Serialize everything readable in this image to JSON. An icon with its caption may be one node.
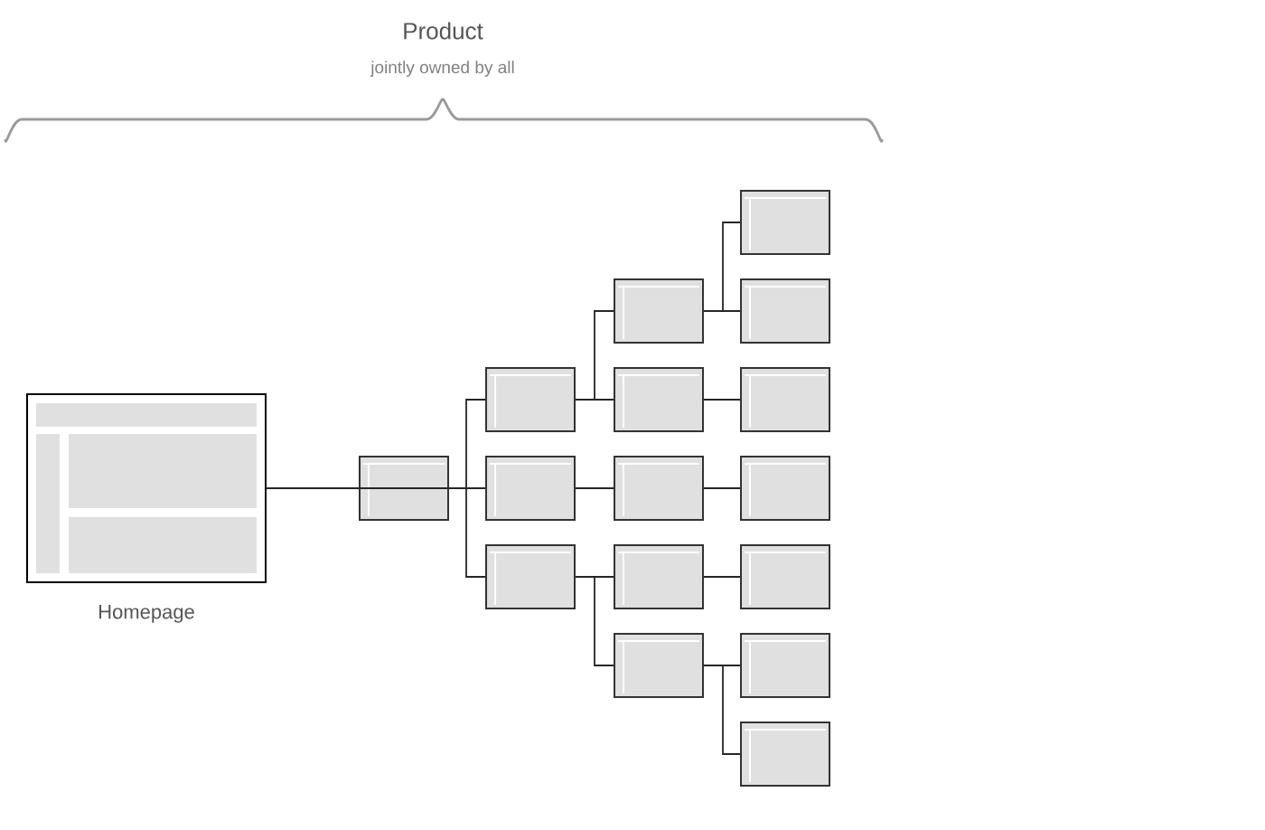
{
  "diagram": {
    "title": "Product",
    "nodes": [
      {
        "text": [
          "Homepage"
        ]
      },
      {
        "text": [],
        "shape": "box"
      },
      {
        "text": [],
        "shape": "box"
      },
      {
        "text": [],
        "shape": "box"
      },
      {
        "text": [],
        "shape": "box"
      },
      {
        "text": [],
        "shape": "box"
      },
      {
        "text": [],
        "shape": "box"
      },
      {
        "text": [],
        "shape": "box"
      },
      {
        "text": [],
        "shape": "box"
      },
      {
        "text": [],
        "shape": "box"
      },
      {
        "text": [],
        "shape": "box"
      },
      {
        "text": [],
        "shape": "box"
      },
      {
        "text": [],
        "shape": "box"
      },
      {
        "text": [],
        "shape": "box"
      },
      {
        "text": [],
        "shape": "box"
      },
      {
        "text": [],
        "shape": "box"
      },
      {
        "text": [],
        "shape": "box"
      }
    ],
    "edges": [
      {
        "from": 0,
        "to": 1,
        "arrow": "none"
      },
      {
        "from": 1,
        "to": 2,
        "arrow": "none"
      },
      {
        "from": 1,
        "to": 3,
        "arrow": "none"
      },
      {
        "from": 1,
        "to": 4,
        "arrow": "none"
      },
      {
        "from": 2,
        "to": 5,
        "arrow": "none"
      },
      {
        "from": 2,
        "to": 6,
        "arrow": "none"
      },
      {
        "from": 3,
        "to": 7,
        "arrow": "none"
      },
      {
        "from": 4,
        "to": 8,
        "arrow": "none"
      },
      {
        "from": 4,
        "to": 9,
        "arrow": "none"
      },
      {
        "from": 5,
        "to": 10,
        "arrow": "none"
      },
      {
        "from": 5,
        "to": 11,
        "arrow": "none"
      },
      {
        "from": 6,
        "to": 12,
        "arrow": "none"
      },
      {
        "from": 7,
        "to": 13,
        "arrow": "none"
      },
      {
        "from": 8,
        "to": 14,
        "arrow": "none"
      },
      {
        "from": 9,
        "to": 15,
        "arrow": "none"
      },
      {
        "from": 9,
        "to": 16,
        "arrow": "none"
      }
    ],
    "labels": [
      "jointly owned by all"
    ]
  }
}
